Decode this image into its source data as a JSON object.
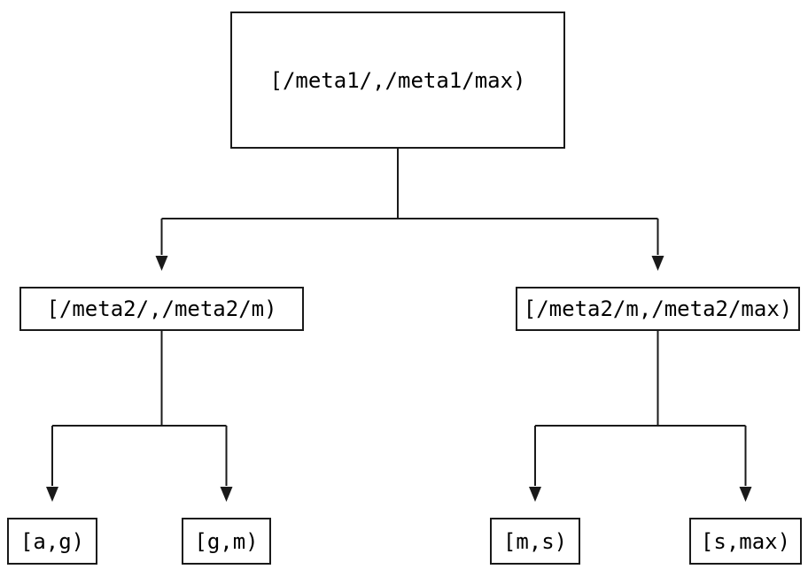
{
  "diagram": {
    "kind": "binary-tree",
    "colors": {
      "line": "#1a1a1a",
      "text": "#000000",
      "background": "#ffffff"
    }
  },
  "tree": {
    "root": {
      "label": "[/meta1/,/meta1/max)",
      "children": [
        {
          "label": "[/meta2/,/meta2/m)",
          "children": [
            {
              "label": "[a,g)"
            },
            {
              "label": "[g,m)"
            }
          ]
        },
        {
          "label": "[/meta2/m,/meta2/max)",
          "children": [
            {
              "label": "[m,s)"
            },
            {
              "label": "[s,max)"
            }
          ]
        }
      ]
    }
  }
}
